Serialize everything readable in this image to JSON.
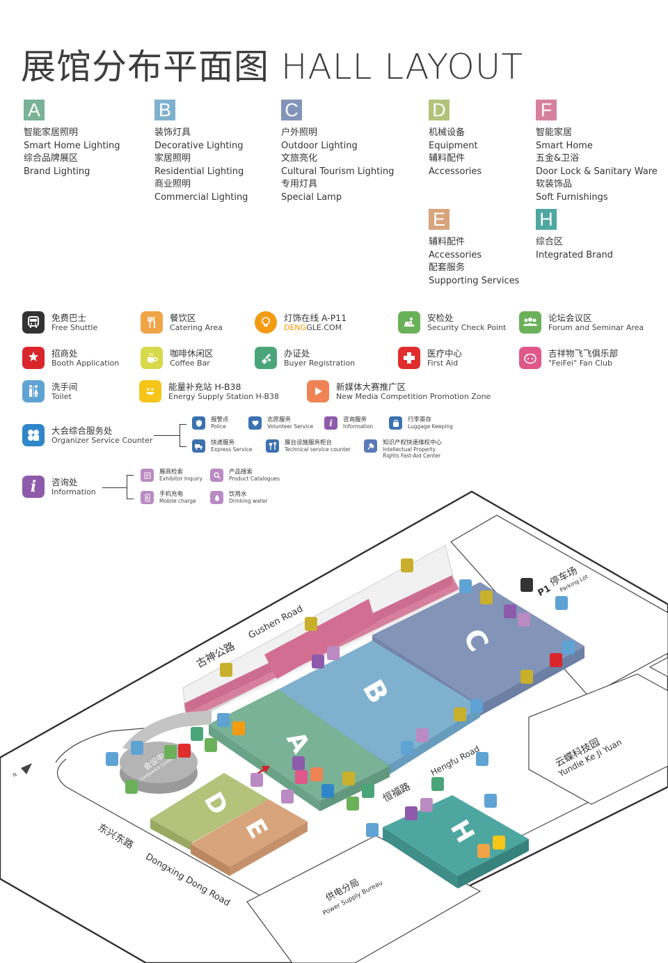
{
  "title": "展馆分布平面图 HALL LAYOUT",
  "colors": {
    "A": "#7ab296",
    "B": "#7fb1cf",
    "C": "#8294b8",
    "D": "#b4c27a",
    "E": "#d8a47c",
    "F": "#d7809e",
    "H": "#4ea7a0"
  },
  "halls": [
    {
      "letter": "A",
      "lines": [
        "智能家居照明",
        "Smart Home Lighting",
        "综合品牌展区",
        "Brand Lighting"
      ]
    },
    {
      "letter": "B",
      "lines": [
        "装饰灯具",
        "Decorative Lighting",
        "家居照明",
        "Residential Lighting",
        "商业照明",
        "Commercial Lighting"
      ]
    },
    {
      "letter": "C",
      "lines": [
        "户外照明",
        "Outdoor Lighting",
        "文旅亮化",
        "Cultural Tourism Lighting",
        "专用灯具",
        "Special Lamp"
      ]
    },
    {
      "letter": "D",
      "lines": [
        "机械设备",
        "Equipment",
        "辅料配件",
        "Accessories"
      ]
    },
    {
      "letter": "F",
      "lines": [
        "智能家居",
        "Smart Home",
        "五金&卫浴",
        "Door Lock & Sanitary Ware",
        "软装饰品",
        "Soft Furnishings"
      ]
    },
    {
      "letter": "E",
      "lines": [
        "辅料配件",
        "Accessories",
        "配套服务",
        "Supporting Services"
      ]
    },
    {
      "letter": "H",
      "lines": [
        "综合区",
        "Integrated Brand"
      ]
    }
  ],
  "facilities": [
    {
      "cn": "免费巴士",
      "en": "Free Shuttle",
      "icon": "bus-icon",
      "color": "#333333"
    },
    {
      "cn": "餐饮区",
      "en": "Catering Area",
      "icon": "fork-knife-icon",
      "color": "#f0a447"
    },
    {
      "cn": "灯饰在线 A-P11",
      "en_a": "DENG",
      "en_b": "GLE.COM",
      "icon": "bulb-icon",
      "color": "#f39c12"
    },
    {
      "cn": "安检处",
      "en": "Security Check Point",
      "icon": "security-check-icon",
      "color": "#6ab15a"
    },
    {
      "cn": "论坛会议区",
      "en": "Forum and Seminar Area",
      "icon": "forum-icon",
      "color": "#6ab15a"
    },
    {
      "cn": "招商处",
      "en": "Booth Application",
      "icon": "gilf-icon",
      "color": "#d9262c"
    },
    {
      "cn": "咖啡休闲区",
      "en": "Coffee Bar",
      "icon": "coffee-icon",
      "color": "#d6d94a"
    },
    {
      "cn": "办证处",
      "en": "Buyer Registration",
      "icon": "registration-icon",
      "color": "#4aa67a"
    },
    {
      "cn": "医疗中心",
      "en": "First Aid",
      "icon": "first-aid-icon",
      "color": "#e02d2d"
    },
    {
      "cn": "吉祥物飞飞俱乐部",
      "en": "\"FeiFei\" Fan Club",
      "icon": "mascot-icon",
      "color": "#e0578a"
    },
    {
      "cn": "洗手间",
      "en": "Toilet",
      "icon": "toilet-icon",
      "color": "#5fa2d4"
    },
    {
      "cn": "能量补充站 H-B38",
      "en": "Energy Supply Station H-B38",
      "icon": "smile-icon",
      "color": "#f5c518"
    },
    {
      "cn": "新媒体大赛推广区",
      "en": "New Media Competition Promotion Zone",
      "icon": "play-icon",
      "color": "#ef8354"
    },
    {
      "cn": "大会综合服务处",
      "en": "Organizer Service Counter",
      "icon": "service-counter-icon",
      "color": "#2f86c9"
    },
    {
      "cn": "咨询处",
      "en": "Information",
      "icon": "info-icon",
      "color": "#8e5aab"
    }
  ],
  "services": [
    {
      "cn": "报警点",
      "en": "Police",
      "icon": "police-icon",
      "color": "#3c72ae"
    },
    {
      "cn": "志愿服务",
      "en": "Volunteer Service",
      "icon": "volunteer-icon",
      "color": "#3c72ae"
    },
    {
      "cn": "咨询服务",
      "en": "Information",
      "icon": "info-icon",
      "color": "#8e5aab"
    },
    {
      "cn": "行李寄存",
      "en": "Luggage Keeping",
      "icon": "luggage-icon",
      "color": "#3c72ae"
    },
    {
      "cn": "快递服务",
      "en": "Express Service",
      "icon": "truck-icon",
      "color": "#3c72ae"
    },
    {
      "cn": "展台设施服务柜台",
      "en": "Technical service counter",
      "icon": "tools-icon",
      "color": "#3c72ae"
    },
    {
      "cn": "知识产权快速维权中心",
      "en": "Intellectual Property",
      "en2": "Rights Fast-Aid Center",
      "icon": "ip-icon",
      "color": "#5a7ab8"
    },
    {
      "cn": "展商检索",
      "en": "Exhibitor Inquiry",
      "icon": "exhibitor-icon",
      "color": "#b98bc2"
    },
    {
      "cn": "产品搜索",
      "en": "Product Catalogues",
      "icon": "search-icon",
      "color": "#b98bc2"
    },
    {
      "cn": "手机充电",
      "en": "Mobile charge",
      "icon": "charge-icon",
      "color": "#b98bc2"
    },
    {
      "cn": "饮用水",
      "en": "Drinking water",
      "icon": "water-icon",
      "color": "#b98bc2"
    }
  ],
  "map": {
    "roads": {
      "gushen_cn": "古神公路",
      "gushen_en": "Gushen Road",
      "dongxing_cn": "东兴东路",
      "dongxing_en": "Dongxing Dong Road",
      "hengfu_cn": "恒福路",
      "hengfu_en": "Hengfu Road"
    },
    "places": {
      "parking_cn": "停车场",
      "parking_en": "Parking Lot",
      "parking_code": "P1",
      "yundie_cn": "云蝶科技园",
      "yundie_en": "Yundie Ke Ji Yuan",
      "power_cn": "供电分局",
      "power_en": "Power Supply Bureau",
      "conference_cn": "会议中心",
      "conference_en": "Conference Center"
    },
    "compass": "N"
  }
}
